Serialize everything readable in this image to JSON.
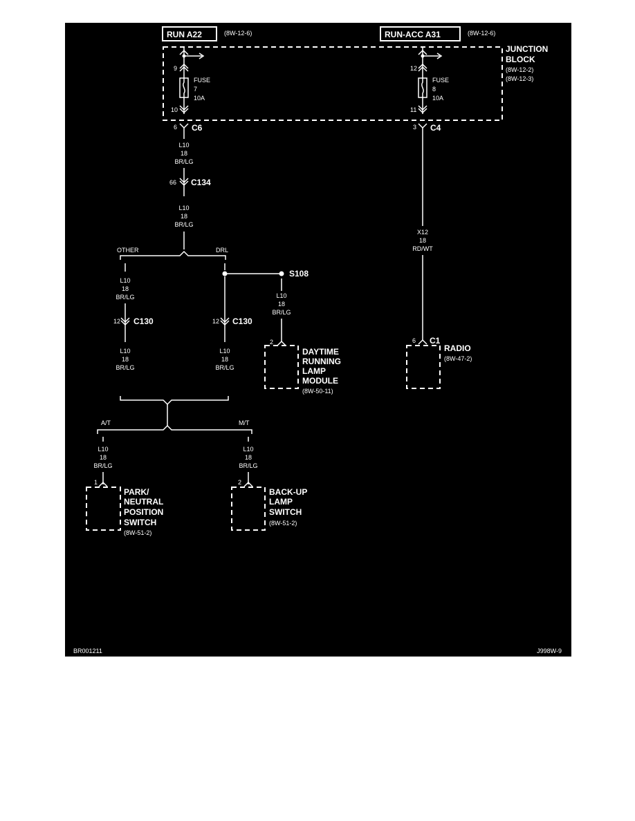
{
  "sources": {
    "run_a22": {
      "label": "RUN A22",
      "ref": "(8W-12-6)"
    },
    "run_acc_a31": {
      "label": "RUN-ACC A31",
      "ref": "(8W-12-6)"
    }
  },
  "junction_block": {
    "label_line1": "JUNCTION",
    "label_line2": "BLOCK",
    "ref1": "(8W-12-2)",
    "ref2": "(8W-12-3)",
    "fuse7": {
      "pin_in": "9",
      "word": "FUSE",
      "number": "7",
      "rating": "10A",
      "pin_out": "10"
    },
    "fuse8": {
      "pin_in": "12",
      "word": "FUSE",
      "number": "8",
      "rating": "10A",
      "pin_out": "11"
    }
  },
  "connectors": {
    "c6": {
      "pin": "6",
      "name": "C6"
    },
    "c4": {
      "pin": "3",
      "name": "C4"
    },
    "c134": {
      "pin": "66",
      "name": "C134"
    },
    "c130_left": {
      "pin": "12",
      "name": "C130"
    },
    "c130_right": {
      "pin": "12",
      "name": "C130"
    },
    "c1": {
      "pin": "6",
      "name": "C1"
    },
    "s108": {
      "name": "S108"
    }
  },
  "wire_l10": {
    "circuit": "L10",
    "gauge": "18",
    "color": "BR/LG"
  },
  "wire_x12": {
    "circuit": "X12",
    "gauge": "18",
    "color": "RD/WT"
  },
  "branches": {
    "other": "OTHER",
    "drl": "DRL",
    "at": "A/T",
    "mt": "M/T"
  },
  "components": {
    "drl_module": {
      "pin": "2",
      "line1": "DAYTIME",
      "line2": "RUNNING",
      "line3": "LAMP",
      "line4": "MODULE",
      "ref": "(8W-50-11)"
    },
    "radio": {
      "label": "RADIO",
      "ref": "(8W-47-2)"
    },
    "park_neutral": {
      "pin": "1",
      "line1": "PARK/",
      "line2": "NEUTRAL",
      "line3": "POSITION",
      "line4": "SWITCH",
      "ref": "(8W-51-2)"
    },
    "backup_lamp": {
      "pin": "2",
      "line1": "BACK-UP",
      "line2": "LAMP",
      "line3": "SWITCH",
      "ref": "(8W-51-2)"
    }
  },
  "footer": {
    "left_id": "BR001211",
    "right_id": "J998W-9"
  },
  "colors": {
    "background": "#000000",
    "line": "#ffffff"
  }
}
